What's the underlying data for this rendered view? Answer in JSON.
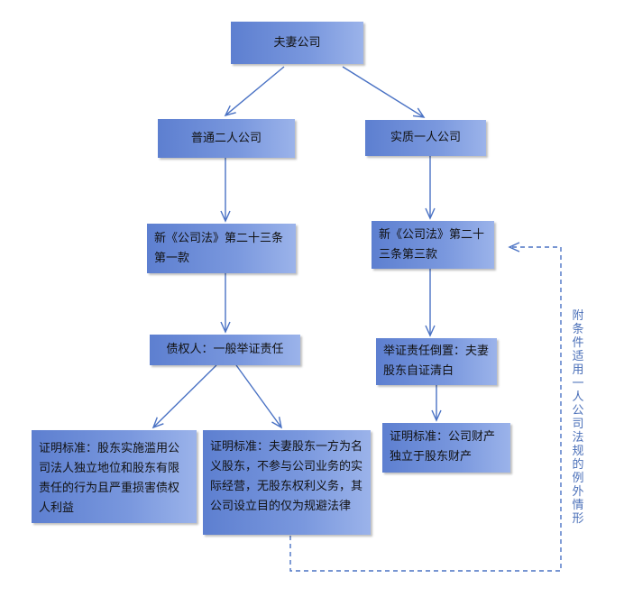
{
  "nodes": {
    "root": "夫妻公司",
    "ordinary": "普通二人公司",
    "substantive": "实质一人公司",
    "law_left": "新《公司法》第二十三条第一款",
    "law_right": "新《公司法》第二十三条第三款",
    "burden_left": "债权人：一般举证责任",
    "burden_right": "举证责任倒置：夫妻股东自证清白",
    "std_left_1": "证明标准：股东实施滥用公司法人独立地位和股东有限责任的行为且严重损害债权人利益",
    "std_left_2": "证明标准：夫妻股东一方为名义股东，不参与公司业务的实际经营，无股东权利义务，其公司设立目的仅为规避法律",
    "std_right": "证明标准：公司财产独立于股东财产"
  },
  "side_note": "附条件适用一人公司法规的例外情形",
  "colors": {
    "box": "#6f8fd9",
    "arrow": "#4a72c4",
    "note": "#4a6fb8"
  }
}
